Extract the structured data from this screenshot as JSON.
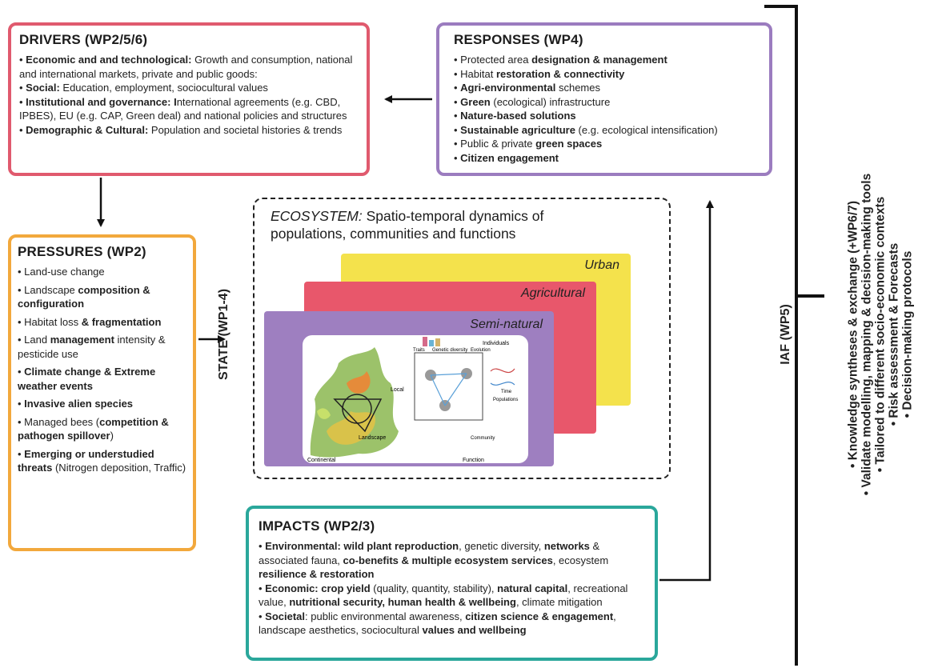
{
  "drivers": {
    "title": "DRIVERS (WP2/5/6)",
    "items": [
      {
        "bold": "Economic and and technological:",
        "text": " Growth and consumption, national and international markets, private and public goods:"
      },
      {
        "bold": "Social:",
        "text": " Education, employment, sociocultural values"
      },
      {
        "bold": "Institutional and governance: I",
        "text": "nternational agreements (e.g. CBD, IPBES), EU (e.g. CAP, Green deal) and national policies and structures"
      },
      {
        "bold": "Demographic & Cultural:",
        "text": " Population and societal histories & trends"
      }
    ]
  },
  "responses": {
    "title": "RESPONSES (WP4)",
    "items": [
      {
        "pre": "Protected area ",
        "bold": "designation & management",
        "post": ""
      },
      {
        "pre": "Habitat ",
        "bold": "restoration & connectivity",
        "post": ""
      },
      {
        "pre": "",
        "bold": "Agri-environmental",
        "post": " schemes"
      },
      {
        "pre": "",
        "bold": "Green",
        "post": " (ecological) infrastructure"
      },
      {
        "pre": "",
        "bold": "Nature-based solutions",
        "post": ""
      },
      {
        "pre": "",
        "bold": "Sustainable agriculture",
        "post": " (e.g. ecological intensification)"
      },
      {
        "pre": "Public & private ",
        "bold": "green spaces",
        "post": ""
      },
      {
        "pre": "",
        "bold": "Citizen engagement",
        "post": ""
      }
    ]
  },
  "pressures": {
    "title": "PRESSURES (WP2)",
    "items": [
      {
        "pre": "Land-use change",
        "bold": "",
        "post": ""
      },
      {
        "pre": "Landscape ",
        "bold": "composition & configuration",
        "post": ""
      },
      {
        "pre": "Habitat loss ",
        "bold": "& fragmentation",
        "post": ""
      },
      {
        "pre": "Land ",
        "bold": "management",
        "post": " intensity & pesticide use"
      },
      {
        "pre": "",
        "bold": "Climate change & Extreme weather events",
        "post": ""
      },
      {
        "pre": "",
        "bold": "Invasive alien species",
        "post": ""
      },
      {
        "pre": "Managed bees (",
        "bold": "competition & pathogen spillover",
        "post": ")"
      },
      {
        "pre": "",
        "bold": "Emerging or understudied threats",
        "post": " (Nitrogen deposition, Traffic)"
      }
    ]
  },
  "ecosystem": {
    "title_italic": "ECOSYSTEM:",
    "title_rest": " Spatio-temporal dynamics of populations, communities and functions",
    "panels": {
      "urban": "Urban",
      "agricultural": "Agricultural",
      "seminatural": "Semi-natural"
    },
    "map_labels": [
      "Individuals",
      "Traits",
      "Genetic diversity",
      "Evolution",
      "Local",
      "Landscape",
      "Continental",
      "Community",
      "Populations",
      "Function",
      "Time"
    ]
  },
  "state_label": "STATE (WP1-4)",
  "impacts": {
    "title": "IMPACTS (WP2/3)",
    "paragraphs": [
      [
        {
          "t": "Environmental: wild plant reproduction",
          "b": true
        },
        {
          "t": ", genetic diversity, ",
          "b": false
        },
        {
          "t": "networks",
          "b": true
        },
        {
          "t": " & associated fauna, ",
          "b": false
        },
        {
          "t": "co-benefits & multiple ecosystem services",
          "b": true
        },
        {
          "t": ", ecosystem ",
          "b": false
        },
        {
          "t": "resilience & restoration",
          "b": true
        }
      ],
      [
        {
          "t": "Economic: crop yield",
          "b": true
        },
        {
          "t": " (quality, quantity, stability), ",
          "b": false
        },
        {
          "t": "natural capital",
          "b": true
        },
        {
          "t": ", recreational value, ",
          "b": false
        },
        {
          "t": "nutritional security, human health & wellbeing",
          "b": true
        },
        {
          "t": ", climate mitigation",
          "b": false
        }
      ],
      [
        {
          "t": "Societal",
          "b": true
        },
        {
          "t": ": public environmental awareness, ",
          "b": false
        },
        {
          "t": "citizen science & engagement",
          "b": true
        },
        {
          "t": ", landscape aesthetics, sociocultural ",
          "b": false
        },
        {
          "t": "values and wellbeing",
          "b": true
        }
      ]
    ]
  },
  "iaf": {
    "label": "IAF (WP5)",
    "items": [
      "Knowledge syntheses & exchange (+WP6/7)",
      "Validate modelling, mapping & decision-making tools",
      "Tailored to different socio-economic contexts",
      "Risk assessment & Forecasts",
      "Decision-making protocols"
    ]
  },
  "colors": {
    "drivers": "#e05a6e",
    "responses": "#9b7cbf",
    "pressures": "#f2a83c",
    "impacts": "#2aa79b",
    "urban": "#f4e24c",
    "agricultural": "#e8576b",
    "seminatural": "#9e7fc0"
  }
}
